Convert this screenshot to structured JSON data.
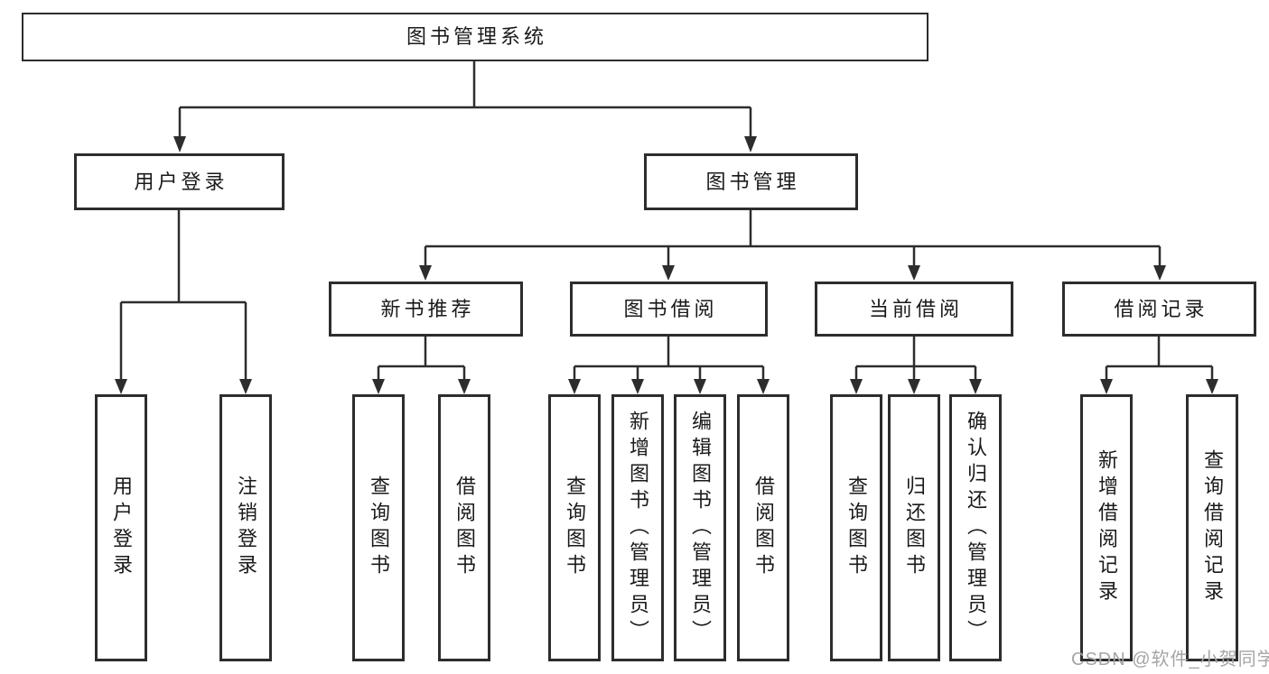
{
  "diagram": {
    "root": {
      "label": "图书管理系统"
    },
    "level1": [
      {
        "label": "用户登录"
      },
      {
        "label": "图书管理"
      }
    ],
    "level2": [
      {
        "label": "新书推荐"
      },
      {
        "label": "图书借阅"
      },
      {
        "label": "当前借阅"
      },
      {
        "label": "借阅记录"
      }
    ],
    "leaves": {
      "user_login": [
        {
          "label": "用户登录"
        },
        {
          "label": "注销登录"
        }
      ],
      "new_book_recommend": [
        {
          "label": "查询图书"
        },
        {
          "label": "借阅图书"
        }
      ],
      "book_borrow": [
        {
          "label": "查询图书"
        },
        {
          "label": "新增图书（管理员）"
        },
        {
          "label": "编辑图书（管理员）"
        },
        {
          "label": "借阅图书"
        }
      ],
      "current_borrow": [
        {
          "label": "查询图书"
        },
        {
          "label": "归还图书"
        },
        {
          "label": "确认归还（管理员）"
        }
      ],
      "borrow_records": [
        {
          "label": "新增借阅记录"
        },
        {
          "label": "查询借阅记录"
        }
      ]
    }
  },
  "watermark": {
    "text": "CSDN @软件_小贺同学"
  },
  "colors": {
    "line": "#2d2d2d",
    "text": "#1a1a1a",
    "watermark": "#a5a5a5",
    "background": "#ffffff"
  }
}
